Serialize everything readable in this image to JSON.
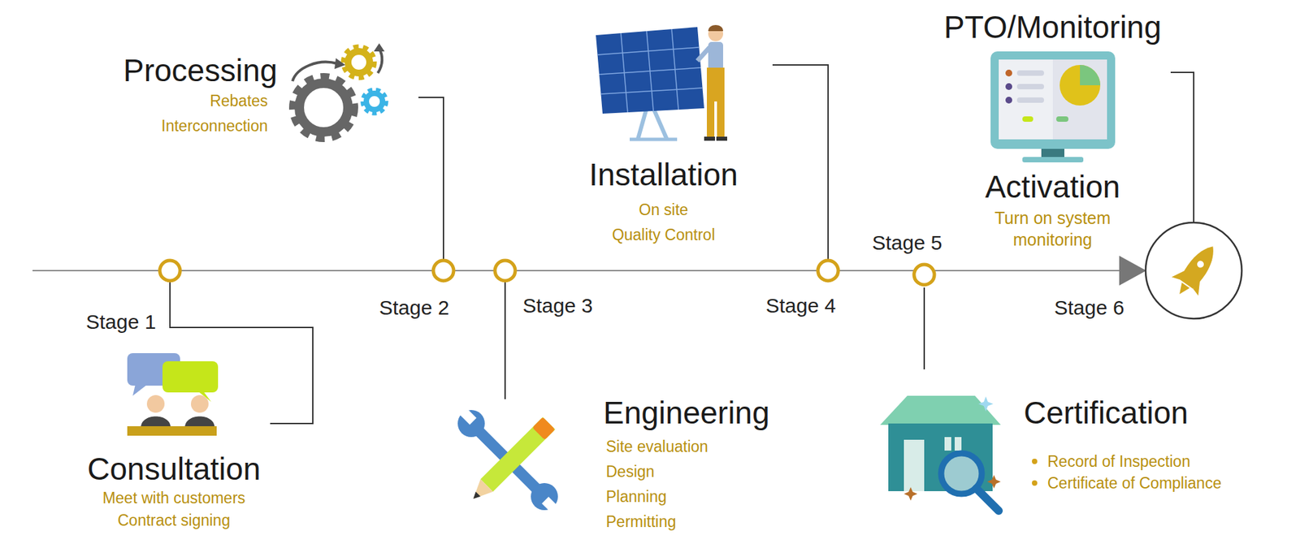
{
  "diagram": {
    "nodes": [
      {
        "text": [
          "Consultation",
          "Meet with customers",
          "Contract signing"
        ]
      },
      {
        "text": [
          "Processing",
          "Rebates",
          "Interconnection"
        ]
      },
      {
        "text": [
          "Engineering",
          "Site evaluation",
          "Design",
          "Planning",
          "Permitting"
        ]
      },
      {
        "text": [
          "Installation",
          "On site",
          "Quality Control"
        ]
      },
      {
        "text": [
          "Certification",
          "Record of Inspection",
          "Certificate of Compliance"
        ]
      },
      {
        "text": [
          "PTO/Monitoring",
          "Activation",
          "Turn on system monitoring"
        ]
      }
    ],
    "labels": [
      "Stage 1",
      "Stage 2",
      "Stage 3",
      "Stage 4",
      "Stage 5",
      "Stage 6"
    ]
  }
}
